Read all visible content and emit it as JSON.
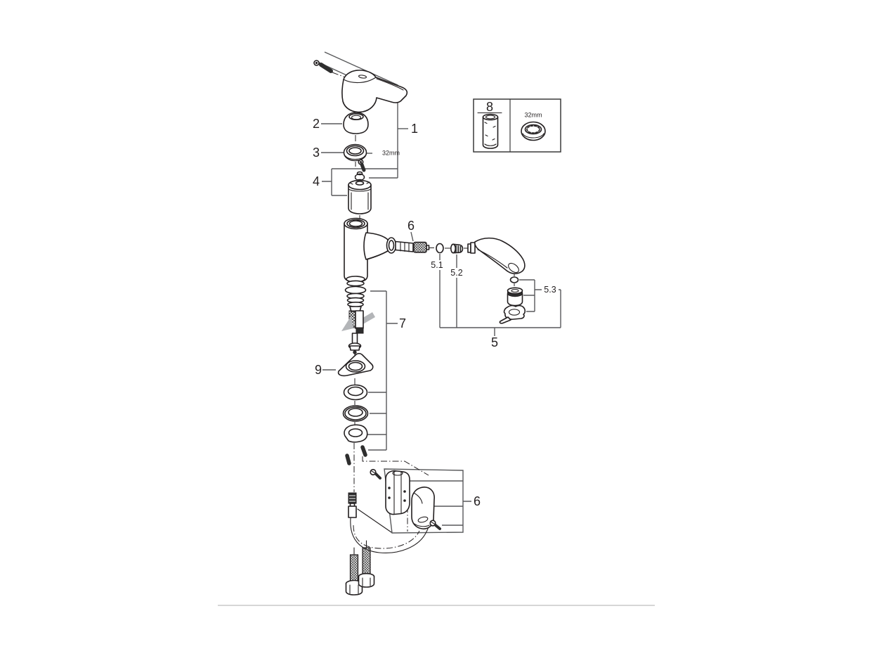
{
  "diagram": {
    "callouts": {
      "part1": "1",
      "part2": "2",
      "part3": "3",
      "part4": "4",
      "part5": "5",
      "part5_1": "5.1",
      "part5_2": "5.2",
      "part5_3": "5.3",
      "part6_hose_connection": "6",
      "part6_hose_holder": "6",
      "part7": "7",
      "part8": "8",
      "part9": "9"
    },
    "dimensions": {
      "cap_ring_size": "32mm",
      "service_tool_size": "32mm"
    },
    "colors": {
      "outline": "#231f20",
      "leader": "#58595b",
      "arrow_gray": "#b3b5b8",
      "ground_line": "#c9c9c9",
      "background": "#ffffff"
    }
  }
}
